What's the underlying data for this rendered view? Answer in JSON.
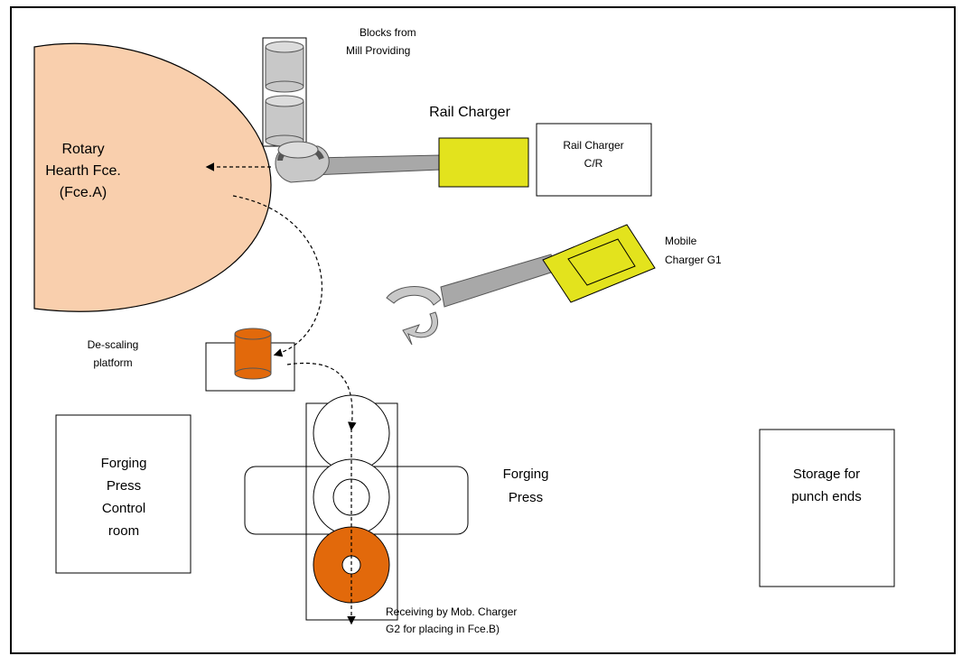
{
  "labels": {
    "blocks_line1": "Blocks from",
    "blocks_line2": "Mill Providing",
    "rail_charger": "Rail Charger",
    "rail_charger_cr_line1": "Rail Charger",
    "rail_charger_cr_line2": "C/R",
    "rotary_line1": "Rotary",
    "rotary_line2": "Hearth Fce.",
    "rotary_line3": "(Fce.A)",
    "mobile_g1_line1": "Mobile",
    "mobile_g1_line2": "Charger G1",
    "descaling_line1": "De-scaling",
    "descaling_line2": "platform",
    "control_line1": "Forging",
    "control_line2": "Press",
    "control_line3": "Control",
    "control_line4": "room",
    "forging_press_line1": "Forging",
    "forging_press_line2": "Press",
    "storage_line1": "Storage for",
    "storage_line2": "punch ends",
    "receiving_line1": "Receiving by Mob. Charger",
    "receiving_line2": "G2 for placing in Fce.B)"
  },
  "colors": {
    "furnace": "#f9cfad",
    "charger": "#e3e31d",
    "block": "#c8c8c8",
    "hot_block": "#e2690b",
    "arm": "#a8a8a8"
  }
}
